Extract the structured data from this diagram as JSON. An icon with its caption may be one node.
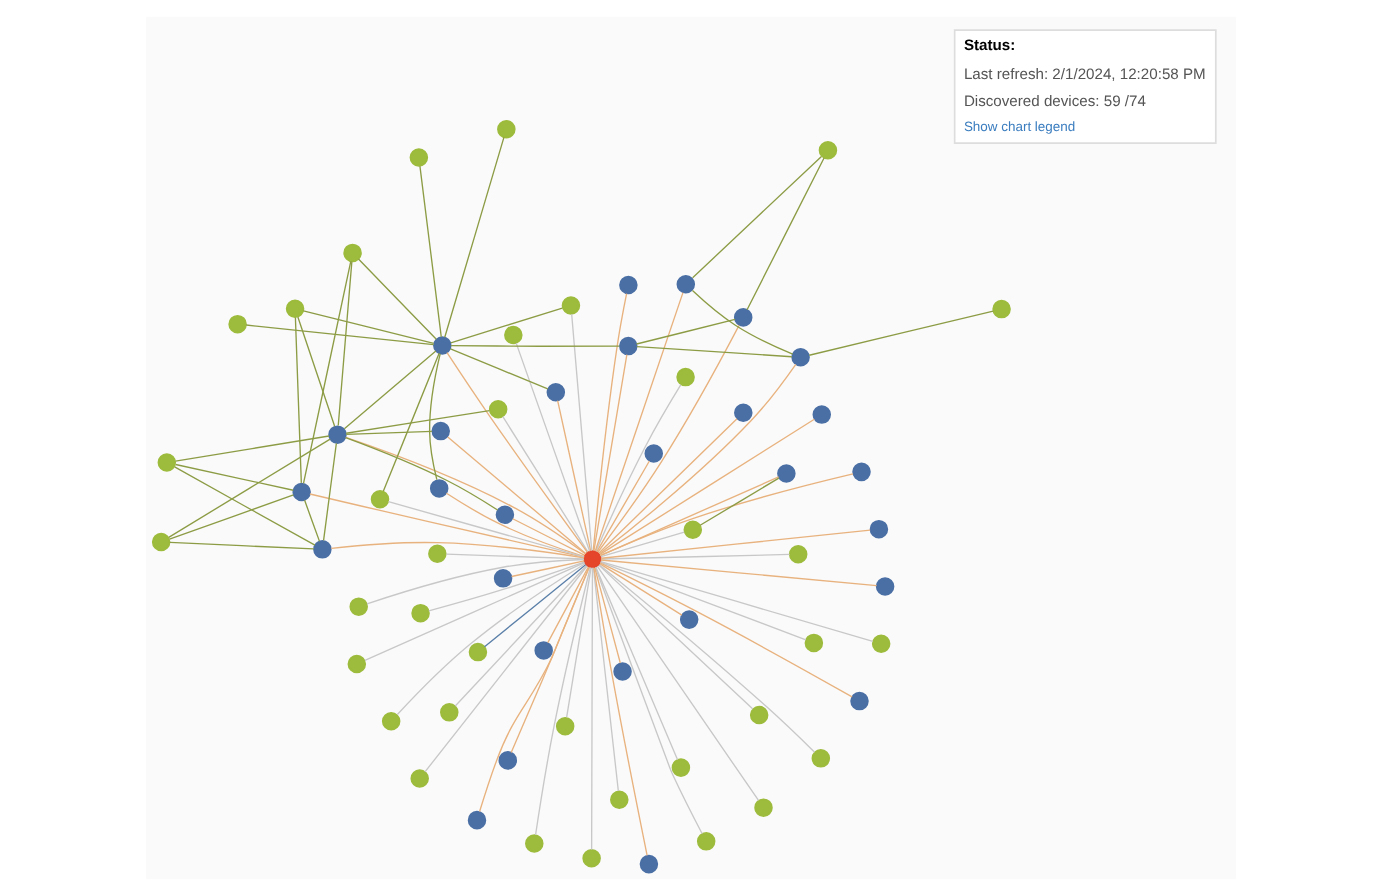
{
  "diagram": {
    "nodes": [
      {
        "text": [],
        "shape": "circle"
      },
      {
        "text": [],
        "shape": "circle"
      },
      {
        "text": [],
        "shape": "circle"
      },
      {
        "text": [],
        "shape": "circle"
      },
      {
        "text": [],
        "shape": "circle"
      },
      {
        "text": [],
        "shape": "circle"
      },
      {
        "text": [],
        "shape": "circle"
      },
      {
        "text": [],
        "shape": "circle"
      },
      {
        "text": [],
        "shape": "circle"
      },
      {
        "text": [],
        "shape": "circle"
      },
      {
        "text": [],
        "shape": "circle"
      },
      {
        "text": [],
        "shape": "circle"
      },
      {
        "text": [],
        "shape": "circle"
      },
      {
        "text": [],
        "shape": "circle"
      },
      {
        "text": [],
        "shape": "circle"
      },
      {
        "text": [],
        "shape": "circle"
      },
      {
        "text": [],
        "shape": "circle"
      },
      {
        "text": [],
        "shape": "circle"
      },
      {
        "text": [],
        "shape": "circle"
      },
      {
        "text": [],
        "shape": "circle"
      },
      {
        "text": [],
        "shape": "circle"
      },
      {
        "text": [],
        "shape": "circle"
      },
      {
        "text": [],
        "shape": "circle"
      },
      {
        "text": [],
        "shape": "circle"
      },
      {
        "text": [],
        "shape": "circle"
      },
      {
        "text": [],
        "shape": "circle"
      },
      {
        "text": [],
        "shape": "circle"
      },
      {
        "text": [],
        "shape": "circle"
      },
      {
        "text": [],
        "shape": "circle"
      },
      {
        "text": [],
        "shape": "circle"
      },
      {
        "text": [],
        "shape": "circle"
      },
      {
        "text": [],
        "shape": "circle"
      },
      {
        "text": [],
        "shape": "circle"
      },
      {
        "text": [],
        "shape": "circle"
      },
      {
        "text": [],
        "shape": "circle"
      },
      {
        "text": [],
        "shape": "circle"
      },
      {
        "text": [],
        "shape": "circle"
      },
      {
        "text": [],
        "shape": "circle"
      },
      {
        "text": [],
        "shape": "circle"
      },
      {
        "text": [],
        "shape": "circle"
      },
      {
        "text": [],
        "shape": "circle"
      },
      {
        "text": [],
        "shape": "circle"
      },
      {
        "text": [],
        "shape": "circle"
      },
      {
        "text": [],
        "shape": "circle"
      },
      {
        "text": [],
        "shape": "circle"
      },
      {
        "text": [],
        "shape": "circle"
      },
      {
        "text": [],
        "shape": "circle"
      },
      {
        "text": [],
        "shape": "circle"
      },
      {
        "text": [],
        "shape": "circle"
      },
      {
        "text": [],
        "shape": "circle"
      },
      {
        "text": [],
        "shape": "circle"
      },
      {
        "text": [],
        "shape": "circle"
      },
      {
        "text": [],
        "shape": "circle"
      },
      {
        "text": [],
        "shape": "circle"
      },
      {
        "text": [],
        "shape": "circle"
      },
      {
        "text": [],
        "shape": "circle"
      },
      {
        "text": [],
        "shape": "circle"
      },
      {
        "text": [],
        "shape": "circle"
      },
      {
        "text": [],
        "shape": "circle"
      },
      {
        "text": [],
        "shape": "circle"
      },
      {
        "text": [],
        "shape": "circle"
      },
      {
        "text": [],
        "shape": "circle"
      },
      {
        "text": [],
        "shape": "circle"
      },
      {
        "text": [],
        "shape": "circle"
      }
    ],
    "edges": [
      {
        "from": 0,
        "to": 1,
        "arrow": "none",
        "color": "#c8c8c8"
      },
      {
        "from": 0,
        "to": 2,
        "arrow": "none",
        "color": "#c8c8c8"
      },
      {
        "from": 0,
        "to": 3,
        "arrow": "none",
        "color": "#c8c8c8"
      },
      {
        "from": 0,
        "to": 4,
        "arrow": "none",
        "color": "#c8c8c8"
      },
      {
        "from": 0,
        "to": 5,
        "arrow": "none",
        "color": "#5a7fa8"
      },
      {
        "from": 0,
        "to": 6,
        "arrow": "none",
        "color": "#c8c8c8"
      },
      {
        "from": 0,
        "to": 7,
        "arrow": "none",
        "color": "#c8c8c8"
      },
      {
        "from": 0,
        "to": 8,
        "arrow": "none",
        "color": "#c8c8c8"
      },
      {
        "from": 0,
        "to": 9,
        "arrow": "none",
        "color": "#c8c8c8"
      },
      {
        "from": 0,
        "to": 10,
        "arrow": "none",
        "color": "#c8c8c8"
      },
      {
        "from": 0,
        "to": 11,
        "arrow": "none",
        "color": "#c8c8c8"
      },
      {
        "from": 0,
        "to": 12,
        "arrow": "none",
        "color": "#c8c8c8"
      },
      {
        "from": 0,
        "to": 13,
        "arrow": "none",
        "color": "#c8c8c8"
      },
      {
        "from": 0,
        "to": 14,
        "arrow": "none",
        "color": "#c8c8c8"
      },
      {
        "from": 0,
        "to": 15,
        "arrow": "none",
        "color": "#c8c8c8"
      },
      {
        "from": 0,
        "to": 16,
        "arrow": "none",
        "color": "#c8c8c8"
      },
      {
        "from": 0,
        "to": 17,
        "arrow": "none",
        "color": "#c8c8c8"
      },
      {
        "from": 0,
        "to": 18,
        "arrow": "none",
        "color": "#c8c8c8"
      },
      {
        "from": 0,
        "to": 19,
        "arrow": "none",
        "color": "#c8c8c8"
      },
      {
        "from": 0,
        "to": 20,
        "arrow": "none",
        "color": "#c8c8c8"
      },
      {
        "from": 0,
        "to": 21,
        "arrow": "none",
        "color": "#c8c8c8"
      },
      {
        "from": 0,
        "to": 22,
        "arrow": "none",
        "color": "#e8b27e"
      },
      {
        "from": 0,
        "to": 23,
        "arrow": "none",
        "color": "#e8b27e"
      },
      {
        "from": 0,
        "to": 24,
        "arrow": "none",
        "color": "#e8b27e"
      },
      {
        "from": 0,
        "to": 25,
        "arrow": "none",
        "color": "#e8b27e"
      },
      {
        "from": 0,
        "to": 26,
        "arrow": "none",
        "color": "#e8b27e"
      },
      {
        "from": 0,
        "to": 27,
        "arrow": "none",
        "color": "#e8b27e"
      },
      {
        "from": 0,
        "to": 28,
        "arrow": "none",
        "color": "#e8b27e"
      },
      {
        "from": 0,
        "to": 29,
        "arrow": "none",
        "color": "#e8b27e"
      },
      {
        "from": 0,
        "to": 30,
        "arrow": "none",
        "color": "#e8b27e"
      },
      {
        "from": 0,
        "to": 31,
        "arrow": "none",
        "color": "#e8b27e"
      },
      {
        "from": 0,
        "to": 32,
        "arrow": "none",
        "color": "#e8b27e"
      },
      {
        "from": 0,
        "to": 33,
        "arrow": "none",
        "color": "#e8b27e"
      },
      {
        "from": 0,
        "to": 34,
        "arrow": "none",
        "color": "#e8b27e"
      },
      {
        "from": 0,
        "to": 35,
        "arrow": "none",
        "color": "#e8b27e"
      },
      {
        "from": 0,
        "to": 36,
        "arrow": "none",
        "color": "#c8c8c8"
      },
      {
        "from": 0,
        "to": 37,
        "arrow": "none",
        "color": "#c8c8c8"
      },
      {
        "from": 0,
        "to": 38,
        "arrow": "none",
        "color": "#e8b27e"
      },
      {
        "from": 0,
        "to": 39,
        "arrow": "none",
        "color": "#e8b27e"
      },
      {
        "from": 0,
        "to": 40,
        "arrow": "none",
        "color": "#e8b27e"
      },
      {
        "from": 0,
        "to": 41,
        "arrow": "none",
        "color": "#e8b27e"
      },
      {
        "from": 0,
        "to": 42,
        "arrow": "none",
        "color": "#e8b27e"
      },
      {
        "from": 0,
        "to": 43,
        "arrow": "none",
        "color": "#e8b27e"
      },
      {
        "from": 0,
        "to": 44,
        "arrow": "none",
        "color": "#e8b27e"
      },
      {
        "from": 0,
        "to": 45,
        "arrow": "none",
        "color": "#e8b27e"
      },
      {
        "from": 0,
        "to": 46,
        "arrow": "none",
        "color": "#e8b27e"
      },
      {
        "from": 0,
        "to": 47,
        "arrow": "none",
        "color": "#e8b27e"
      },
      {
        "from": 0,
        "to": 48,
        "arrow": "none",
        "color": "#e8b27e"
      },
      {
        "from": 0,
        "to": 49,
        "arrow": "none",
        "color": "#e8b27e"
      },
      {
        "from": 0,
        "to": 50,
        "arrow": "none",
        "color": "#e8b27e"
      },
      {
        "from": 0,
        "to": 51,
        "arrow": "none",
        "color": "#e8b27e"
      },
      {
        "from": 0,
        "to": 56,
        "arrow": "none",
        "color": "#c8c8c8"
      },
      {
        "from": 0,
        "to": 59,
        "arrow": "none",
        "color": "#c8c8c8"
      },
      {
        "from": 0,
        "to": 63,
        "arrow": "none",
        "color": "#c8c8c8"
      },
      {
        "from": 38,
        "to": 52,
        "arrow": "none",
        "color": "#8c9c45"
      },
      {
        "from": 38,
        "to": 39,
        "arrow": "none",
        "color": "#8c9c45"
      },
      {
        "from": 38,
        "to": 45,
        "arrow": "none",
        "color": "#8c9c45"
      },
      {
        "from": 38,
        "to": 55,
        "arrow": "none",
        "color": "#8c9c45"
      },
      {
        "from": 52,
        "to": 39,
        "arrow": "none",
        "color": "#8c9c45"
      },
      {
        "from": 52,
        "to": 45,
        "arrow": "none",
        "color": "#8c9c45"
      },
      {
        "from": 53,
        "to": 39,
        "arrow": "none",
        "color": "#8c9c45"
      },
      {
        "from": 53,
        "to": 45,
        "arrow": "none",
        "color": "#8c9c45"
      },
      {
        "from": 53,
        "to": 50,
        "arrow": "none",
        "color": "#8c9c45"
      },
      {
        "from": 54,
        "to": 39,
        "arrow": "none",
        "color": "#8c9c45"
      },
      {
        "from": 54,
        "to": 45,
        "arrow": "none",
        "color": "#8c9c45"
      },
      {
        "from": 54,
        "to": 50,
        "arrow": "none",
        "color": "#8c9c45"
      },
      {
        "from": 55,
        "to": 39,
        "arrow": "none",
        "color": "#8c9c45"
      },
      {
        "from": 55,
        "to": 45,
        "arrow": "none",
        "color": "#8c9c45"
      },
      {
        "from": 36,
        "to": 34,
        "arrow": "none",
        "color": "#8c9c45"
      },
      {
        "from": 37,
        "to": 45,
        "arrow": "none",
        "color": "#8c9c45"
      },
      {
        "from": 40,
        "to": 42,
        "arrow": "none",
        "color": "#8c9c45"
      },
      {
        "from": 40,
        "to": 57,
        "arrow": "none",
        "color": "#8c9c45"
      },
      {
        "from": 42,
        "to": 58,
        "arrow": "none",
        "color": "#8c9c45"
      },
      {
        "from": 42,
        "to": 44,
        "arrow": "none",
        "color": "#8c9c45"
      },
      {
        "from": 41,
        "to": 45,
        "arrow": "none",
        "color": "#8c9c45"
      },
      {
        "from": 43,
        "to": 45,
        "arrow": "none",
        "color": "#8c9c45"
      },
      {
        "from": 44,
        "to": 46,
        "arrow": "none",
        "color": "#8c9c45"
      },
      {
        "from": 44,
        "to": 50,
        "arrow": "none",
        "color": "#8c9c45"
      },
      {
        "from": 45,
        "to": 50,
        "arrow": "none",
        "color": "#8c9c45"
      },
      {
        "from": 46,
        "to": 57,
        "arrow": "none",
        "color": "#8c9c45"
      },
      {
        "from": 47,
        "to": 50,
        "arrow": "none",
        "color": "#8c9c45"
      },
      {
        "from": 50,
        "to": 59,
        "arrow": "none",
        "color": "#8c9c45"
      },
      {
        "from": 50,
        "to": 60,
        "arrow": "none",
        "color": "#8c9c45"
      },
      {
        "from": 50,
        "to": 61,
        "arrow": "none",
        "color": "#8c9c45"
      },
      {
        "from": 50,
        "to": 62,
        "arrow": "none",
        "color": "#8c9c45"
      },
      {
        "from": 50,
        "to": 63,
        "arrow": "none",
        "color": "#8c9c45"
      },
      {
        "from": 50,
        "to": 51,
        "arrow": "none",
        "color": "#8c9c45"
      }
    ],
    "labels": [
      "Status:",
      "Last refresh: 2/1/2024, 12:20:58 PM",
      "Discovered devices: 59 /74",
      "Show chart legend"
    ]
  }
}
